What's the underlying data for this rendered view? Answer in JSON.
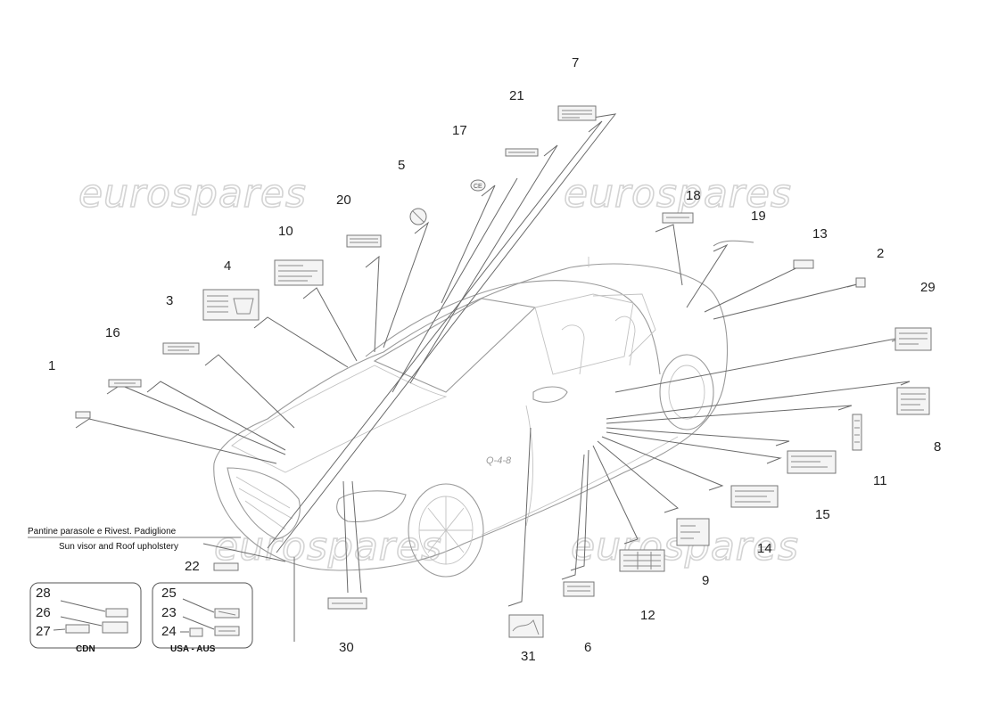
{
  "watermark": "eurospares",
  "caption": {
    "line1": "Pantine parasole e Rivest. Padiglione",
    "line2": "Sun visor and Roof upholstery"
  },
  "groups": {
    "cdn": "CDN",
    "usa_aus": "USA - AUS"
  },
  "badge_text": "Q-4-8",
  "callouts": [
    "1",
    "2",
    "3",
    "4",
    "5",
    "6",
    "7",
    "8",
    "9",
    "10",
    "11",
    "12",
    "13",
    "14",
    "15",
    "16",
    "17",
    "18",
    "19",
    "20",
    "21",
    "22",
    "23",
    "24",
    "25",
    "26",
    "27",
    "28",
    "29",
    "30",
    "31"
  ]
}
